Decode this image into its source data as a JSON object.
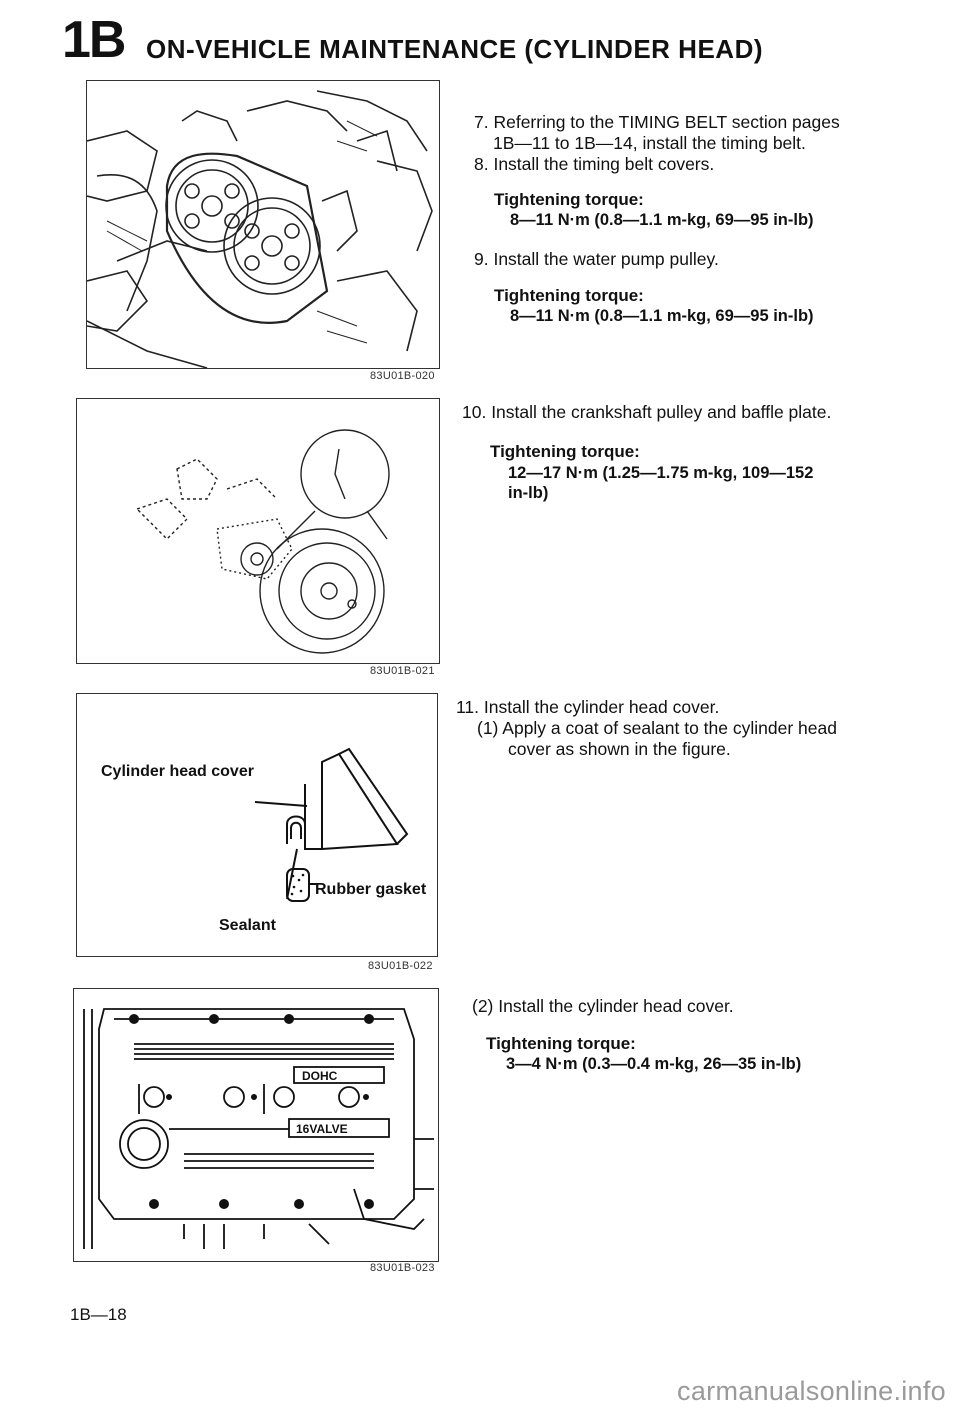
{
  "header": {
    "section_number": "1B",
    "title": "ON-VEHICLE MAINTENANCE (CYLINDER HEAD)"
  },
  "figures": [
    {
      "id": "83U01B-020"
    },
    {
      "id": "83U01B-021"
    },
    {
      "id": "83U01B-022",
      "labels": {
        "cover": "Cylinder head cover",
        "gasket": "Rubber gasket",
        "sealant": "Sealant"
      }
    },
    {
      "id": "83U01B-023",
      "labels": {
        "dohc": "DOHC",
        "valve": "16VALVE"
      }
    }
  ],
  "steps": [
    {
      "lines": [
        "7. Referring to the TIMING BELT section pages",
        "1B—11 to 1B—14, install the timing belt."
      ]
    },
    {
      "lines": [
        "8. Install the timing belt covers."
      ]
    },
    {
      "torque_label": "Tightening torque:",
      "torque_value": "8—11 N·m (0.8—1.1 m-kg, 69—95 in-lb)"
    },
    {
      "lines": [
        "9. Install the water pump pulley."
      ]
    },
    {
      "torque_label": "Tightening torque:",
      "torque_value": "8—11 N·m (0.8—1.1 m-kg, 69—95 in-lb)"
    },
    {
      "lines": [
        "10. Install the crankshaft pulley and baffle plate."
      ]
    },
    {
      "torque_label": "Tightening torque:",
      "torque_lines": [
        "12—17 N·m (1.25—1.75 m-kg, 109—152",
        "in-lb)"
      ]
    },
    {
      "lines": [
        "11. Install the cylinder head cover."
      ]
    },
    {
      "lines": [
        "(1) Apply a coat of sealant to the cylinder head",
        "cover as shown in the figure."
      ]
    },
    {
      "lines": [
        "(2) Install the cylinder head cover."
      ]
    },
    {
      "torque_label": "Tightening torque:",
      "torque_value": "3—4 N·m (0.3—0.4 m-kg, 26—35 in-lb)"
    }
  ],
  "footer": {
    "page_number": "1B—18",
    "watermark": "carmanualsonline.info"
  }
}
